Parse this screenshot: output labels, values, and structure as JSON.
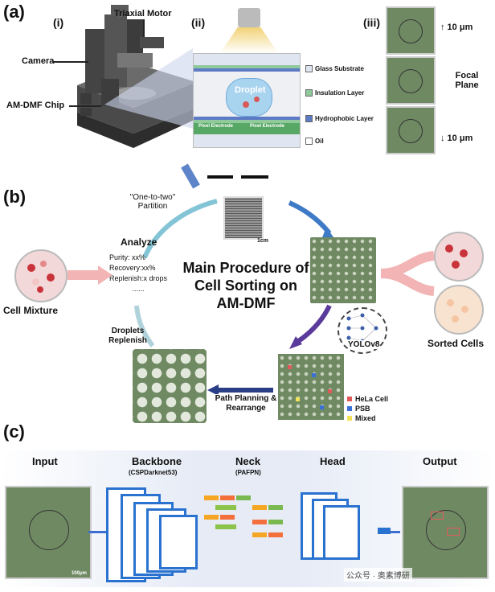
{
  "panel_a": {
    "label": "(a)",
    "sub_i": "(i)",
    "sub_ii": "(ii)",
    "sub_iii": "(iii)",
    "triaxial_motor": "Triaxial Motor",
    "camera": "Camera",
    "chip": "AM-DMF Chip",
    "droplet": "Droplet",
    "legend": [
      "Glass Substrate",
      "Insulation Layer",
      "Hydrophobic Layer",
      "Oil"
    ],
    "pixel_electrode": "Pixel Electrode",
    "focus_up": "↑ 10 μm",
    "focal_plane": "Focal Plane",
    "focus_down": "↓ 10 μm"
  },
  "panel_b": {
    "label": "(b)",
    "partition": "\"One-to-two\" Partition",
    "scale": "1cm",
    "analyze_title": "Analyze",
    "analyze_lines": [
      "Purity: xx%",
      "Recovery:xx%",
      "Replenish:x drops",
      "......"
    ],
    "cell_mixture": "Cell Mixture",
    "main_title": "Main Procedure of Cell Sorting on AM-DMF",
    "sorted_cells": "Sorted Cells",
    "yolo": "YOLOv8",
    "droplets_replenish": "Droplets Replenish",
    "path_planning": "Path Planning & Rearrange",
    "legend": [
      "HeLa Cell",
      "PSB",
      "Mixed"
    ],
    "legend_colors": [
      "#e05a5a",
      "#3a6fd8",
      "#f2e25a"
    ]
  },
  "panel_c": {
    "label": "(c)",
    "input": "Input",
    "backbone": "Backbone",
    "backbone_sub": "(CSPDarknet53)",
    "neck": "Neck",
    "neck_sub": "(PAFPN)",
    "head": "Head",
    "output": "Output",
    "scale": "100μm",
    "watermark": "公众号 · 奥素博研"
  }
}
